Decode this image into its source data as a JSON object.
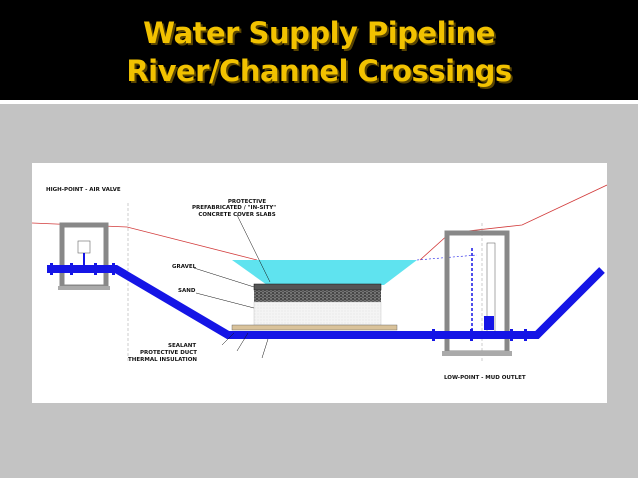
{
  "slide": {
    "title_line1": "Water Supply Pipeline",
    "title_line2": "River/Channel Crossings",
    "title_color": "#f2c200",
    "header_color": "#000000",
    "background_color": "#c3c3c3"
  },
  "diagram": {
    "labels": {
      "high_point": "HIGH-POINT - AIR VALVE",
      "protective_1": "PROTECTIVE",
      "protective_2": "PREFABRICATED / \"IN-SITY\"",
      "protective_3": "CONCRETE COVER SLABS",
      "gravel": "GRAVEL",
      "sand": "SAND",
      "sealant": "SEALANT",
      "protective_duct": "PROTECTIVE DUCT",
      "thermal_insulation": "THERMAL INSULATION",
      "low_point": "LOW-POINT - MUD OUTLET"
    },
    "colors": {
      "pipe": "#1515e6",
      "water": "#5fe3ef",
      "ground_line": "#d23b3b",
      "chamber": "#888888",
      "gravel": "#333333"
    }
  }
}
